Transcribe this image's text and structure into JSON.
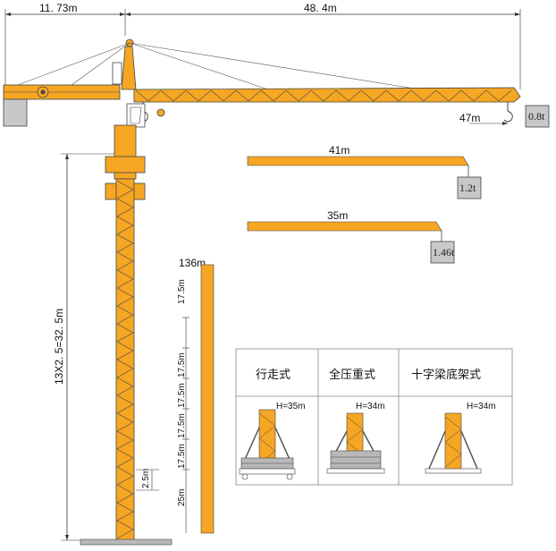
{
  "colors": {
    "steel": "#f5a623",
    "outline": "#444444",
    "weight_box": "#c8c8c8",
    "ballast": "#b8b8b8"
  },
  "dimensions": {
    "counter_jib": "11. 73m",
    "main_jib": "48. 4m",
    "mast_height": "13X2. 5=32. 5m",
    "mast_section": "2.5m",
    "max_height": "136m",
    "base_height": "25m",
    "segment_height": "17.5m"
  },
  "loads": [
    {
      "radius": "47m",
      "weight": "0.8t"
    },
    {
      "radius": "41m",
      "weight": "1.2t"
    },
    {
      "radius": "35m",
      "weight": "1.46t"
    }
  ],
  "segments": [
    "17.5m",
    "17.5m",
    "17.5m",
    "17.5m",
    "17.5m"
  ],
  "table": {
    "headers": [
      "行走式",
      "全压重式",
      "十字梁底架式"
    ],
    "heights": [
      "H=35m",
      "H=34m",
      "H=34m"
    ]
  }
}
